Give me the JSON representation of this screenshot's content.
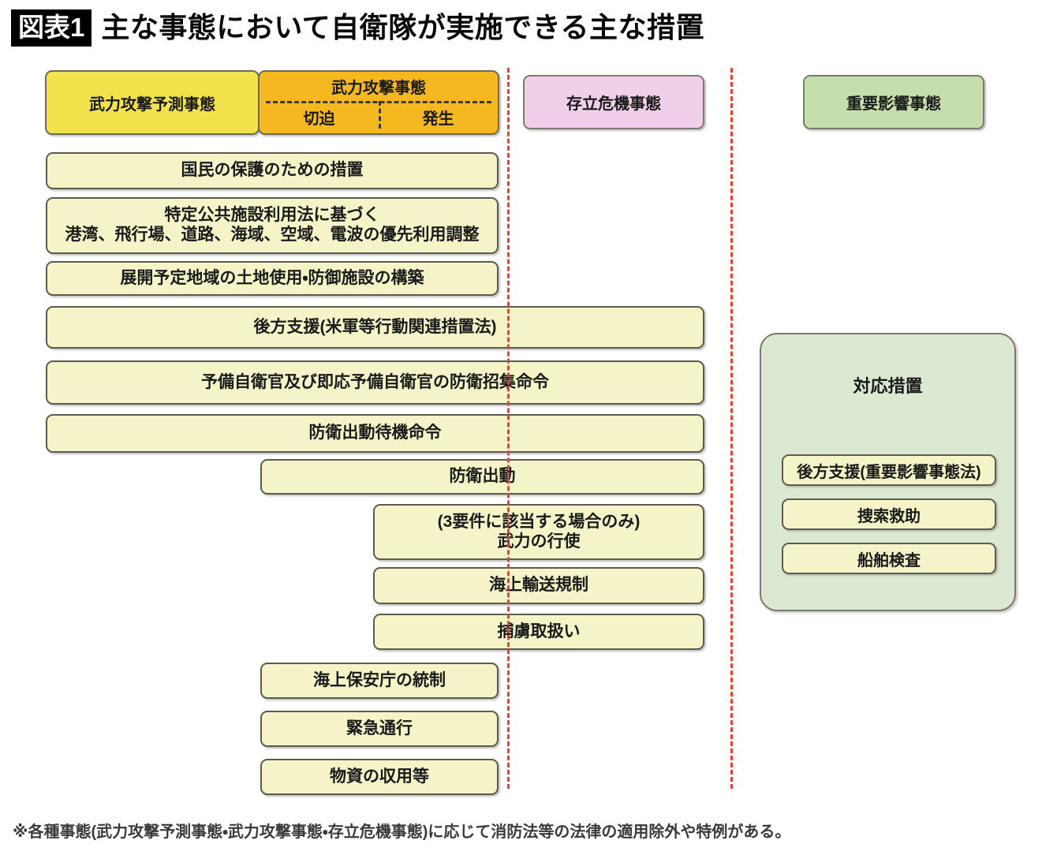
{
  "header": {
    "badge": "図表1",
    "title": "主な事態において自衛隊が実施できる主な措置"
  },
  "situations": [
    {
      "id": "anticipated-armed-attack",
      "label": "武力攻撃予測事態",
      "color": "#f2e34d"
    },
    {
      "id": "armed-attack",
      "label": "武力攻撃事態",
      "color": "#f5b820",
      "sub": [
        {
          "id": "imminent",
          "label": "切迫"
        },
        {
          "id": "occurred",
          "label": "発生"
        }
      ]
    },
    {
      "id": "survival-threatening",
      "label": "存立危機事態",
      "color": "#efd0e8"
    },
    {
      "id": "important-influence",
      "label": "重要影響事態",
      "color": "#c5dfac"
    }
  ],
  "measures": [
    {
      "id": "civil-protection",
      "label": "国民の保護のための措置"
    },
    {
      "id": "public-facility-use",
      "label": "特定公共施設利用法に基づく\n港湾、飛行場、道路、海域、空域、電波の優先利用調整"
    },
    {
      "id": "land-use-defense-works",
      "label": "展開予定地域の土地使用・防御施設の構築"
    },
    {
      "id": "rear-support-us-forces",
      "label": "後方支援(米軍等行動関連措置法)"
    },
    {
      "id": "reserve-call-up",
      "label": "予備自衛官及び即応予備自衛官の防衛招集命令"
    },
    {
      "id": "defense-standby-order",
      "label": "防衛出動待機命令"
    },
    {
      "id": "defense-operation",
      "label": "防衛出動"
    },
    {
      "id": "use-of-force",
      "label": "(3要件に該当する場合のみ)\n武力の行使"
    },
    {
      "id": "maritime-transport-reg",
      "label": "海上輸送規制"
    },
    {
      "id": "pow-treatment",
      "label": "捕虜取扱い"
    },
    {
      "id": "jcg-control",
      "label": "海上保安庁の統制"
    },
    {
      "id": "emergency-passage",
      "label": "緊急通行"
    },
    {
      "id": "requisition-of-goods",
      "label": "物資の収用等"
    }
  ],
  "response_panel": {
    "id": "response-measures",
    "title": "対応措置",
    "items": [
      {
        "id": "rear-support-important-influence",
        "label": "後方支援(重要影響事態法)"
      },
      {
        "id": "search-and-rescue",
        "label": "捜索救助"
      },
      {
        "id": "ship-inspection",
        "label": "船舶検査"
      }
    ]
  },
  "footnote": "※各種事態(武力攻撃予測事態・武力攻撃事態・存立危機事態)に応じて消防法等の法律の適用除外や特例がある。",
  "colors": {
    "divider_line": "#e8413c",
    "row_fill": "#f5f3c8",
    "row_border": "#5e5b4c",
    "panel_fill": "#dce9d2",
    "badge_bg": "#000000"
  }
}
